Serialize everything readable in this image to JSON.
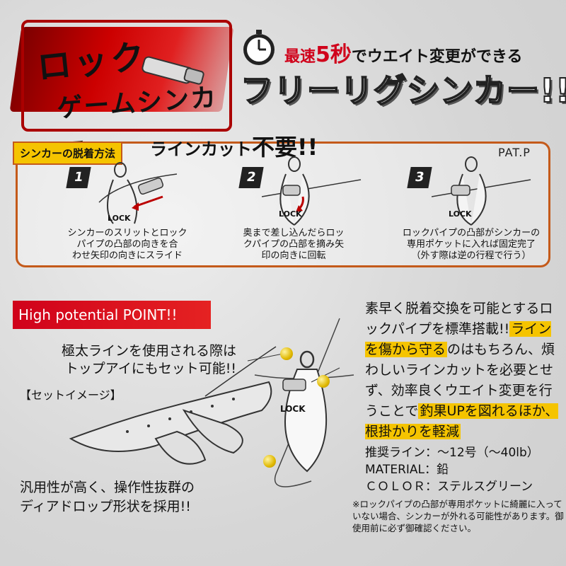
{
  "logo": {
    "line1": "ロック",
    "line2": "ゲームシンカー"
  },
  "header": {
    "part_red_1": "最速",
    "part_red_big": "5秒",
    "part_black_1": "で",
    "part_black_2": "ウエイト変更",
    "part_black_3": "ができる",
    "line2": "フリーリグシンカー!!"
  },
  "method": {
    "tag": "シンカーの脱着方法",
    "linecut": "ラインカット",
    "linecut_big": "不要!!",
    "patp": "PAT.P",
    "steps": [
      {
        "num": "1",
        "desc": "シンカーのスリットとロック\nパイプの凸部の向きを合\nわせ矢印の向きにスライド",
        "lock": "LOCK"
      },
      {
        "num": "2",
        "desc": "奥まで差し込んだらロッ\nクパイプの凸部を摘み矢\n印の向きに回転",
        "lock": "LOCK"
      },
      {
        "num": "3",
        "desc": "ロックパイプの凸部がシンカーの\n専用ポケットに入れば固定完了\n（外す際は逆の行程で行う）",
        "lock": "LOCK"
      }
    ]
  },
  "highlight": {
    "label": "High potential POINT!!",
    "top_eye_note": "極太ラインを使用される際は\nトップアイにもセット可能!!",
    "set_image_label": "【セットイメージ】",
    "shape_note": "汎用性が高く、操作性抜群の\nディアドロップ形状を採用!!",
    "lock": "LOCK"
  },
  "description": {
    "p1": "素早く脱着交換を可能とするロックパイプを標準搭載!!",
    "hl1": "ラインを傷から守る",
    "p2": "のはもちろん、煩わしいラインカットを必要とせず、効率良くウエイト変更を行うことで",
    "hl2": "釣果UPを図れるほか、根掛かりを軽減"
  },
  "specs": "推奨ライン：～12号（～40lb）\nMATERIAL：鉛\nＣＯＬＯＲ：ステルスグリーン",
  "note": "※ロックパイプの凸部が専用ポケットに綺麗に入っていない場合、シンカーが外れる可能性があります。御使用前に必ず御確認ください。",
  "colors": {
    "accent_red": "#d0021b",
    "highlight_yellow": "#f5c400",
    "panel_border": "#c45a1a"
  }
}
